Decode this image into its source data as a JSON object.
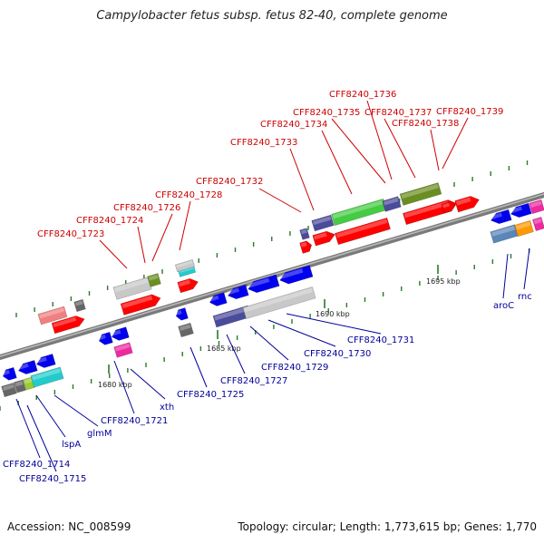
{
  "title": "Campylobacter fetus subsp. fetus 82-40, complete genome",
  "footer": {
    "accession": "Accession: NC_008599",
    "summary": "Topology: circular; Length: 1,773,615 bp; Genes: 1,770"
  },
  "colors": {
    "forward_label": "#cc0000",
    "reverse_label": "#000099",
    "forward_cds": "#ff0000",
    "reverse_cds": "#0000ee",
    "backbone": "#8c8c8c",
    "tick": "#2a7a2a",
    "light_green": "#44cc44",
    "olive": "#6b8e23",
    "slate": "#4b4b9b",
    "cyan": "#22cccc",
    "magenta": "#ee2aa0",
    "pink": "#f08080",
    "grey": "#c8c8c8",
    "dark_grey": "#666666",
    "steel": "#5a86b8",
    "orange": "#ff9900",
    "lime": "#99cc33"
  },
  "scale_labels": [
    {
      "text": "1680 kbp"
    },
    {
      "text": "1685 kbp"
    },
    {
      "text": "1690 kbp"
    },
    {
      "text": "1695 kbp"
    }
  ],
  "forward_labels": [
    {
      "text": "CFF8240_1723"
    },
    {
      "text": "CFF8240_1724"
    },
    {
      "text": "CFF8240_1726"
    },
    {
      "text": "CFF8240_1728"
    },
    {
      "text": "CFF8240_1732"
    },
    {
      "text": "CFF8240_1733"
    },
    {
      "text": "CFF8240_1734"
    },
    {
      "text": "CFF8240_1735"
    },
    {
      "text": "CFF8240_1736"
    },
    {
      "text": "CFF8240_1737"
    },
    {
      "text": "CFF8240_1738"
    },
    {
      "text": "CFF8240_1739"
    }
  ],
  "reverse_labels": [
    {
      "text": "CFF8240_1714"
    },
    {
      "text": "CFF8240_1715"
    },
    {
      "text": "lspA"
    },
    {
      "text": "glmM"
    },
    {
      "text": "CFF8240_1721"
    },
    {
      "text": "xth"
    },
    {
      "text": "CFF8240_1725"
    },
    {
      "text": "CFF8240_1727"
    },
    {
      "text": "CFF8240_1729"
    },
    {
      "text": "CFF8240_1730"
    },
    {
      "text": "CFF8240_1731"
    },
    {
      "text": "aroC"
    },
    {
      "text": "rnc"
    }
  ]
}
